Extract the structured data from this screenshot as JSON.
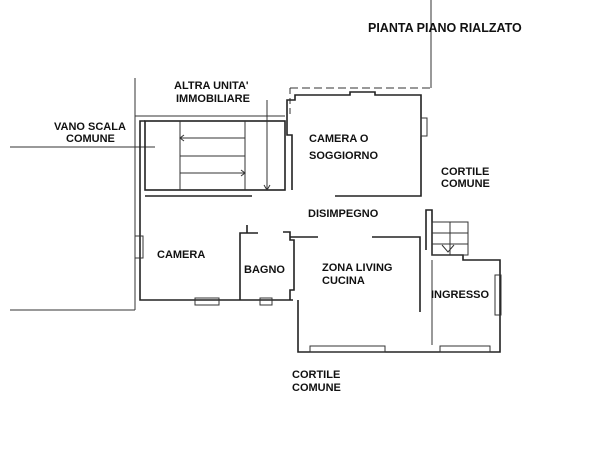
{
  "title": "PIANTA PIANO RIALZATO",
  "labels": {
    "altra_unita_1": "ALTRA UNITA'",
    "altra_unita_2": "IMMOBILIARE",
    "vano_scala_1": "VANO SCALA",
    "vano_scala_2": "COMUNE",
    "camera_soggiorno_1": "CAMERA O",
    "camera_soggiorno_2": "SOGGIORNO",
    "cortile_right_1": "CORTILE",
    "cortile_right_2": "COMUNE",
    "disimpegno": "DISIMPEGNO",
    "camera": "CAMERA",
    "bagno": "BAGNO",
    "zona_living_1": "ZONA LIVING",
    "zona_living_2": "CUCINA",
    "ingresso": "INGRESSO",
    "cortile_bottom_1": "CORTILE",
    "cortile_bottom_2": "COMUNE"
  }
}
